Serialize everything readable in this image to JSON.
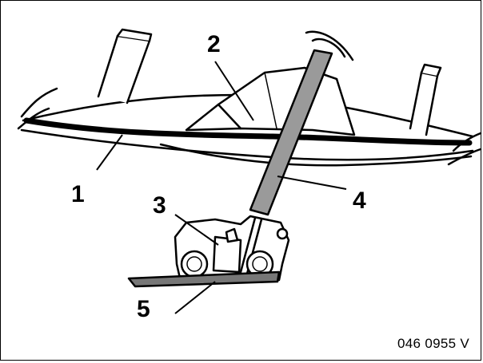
{
  "diagram": {
    "callouts": [
      {
        "id": "1",
        "label": "1"
      },
      {
        "id": "2",
        "label": "2"
      },
      {
        "id": "3",
        "label": "3"
      },
      {
        "id": "4",
        "label": "4"
      },
      {
        "id": "5",
        "label": "5"
      }
    ],
    "figure_code": "046 0955 V",
    "colors": {
      "line": "#000000",
      "rod": "#9a9a9a",
      "fill": "#ffffff"
    }
  }
}
